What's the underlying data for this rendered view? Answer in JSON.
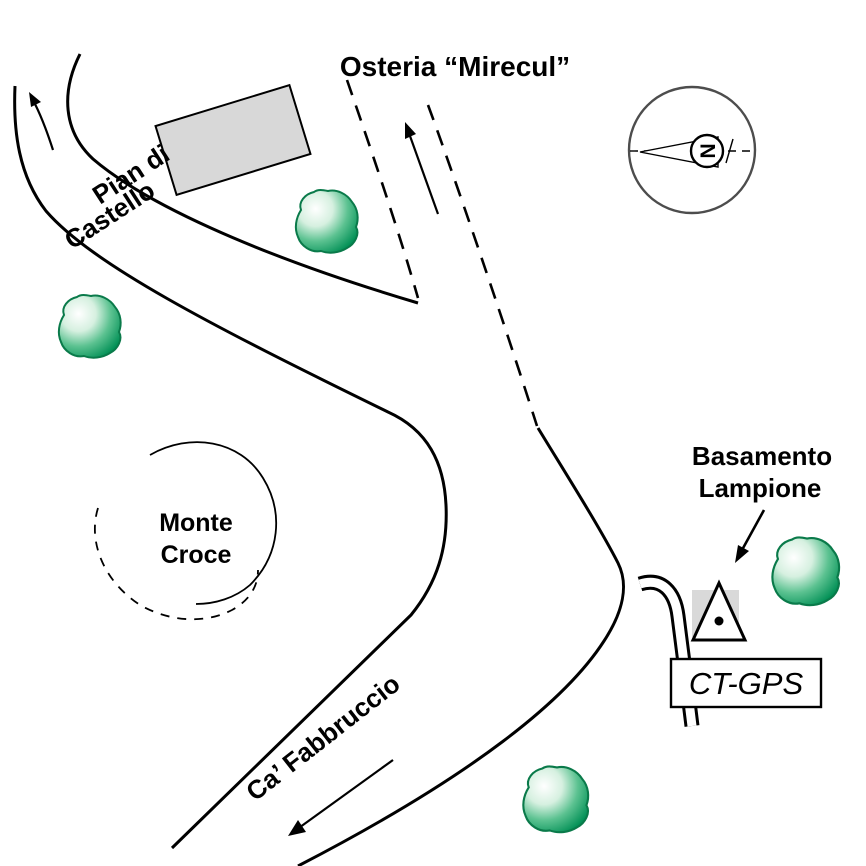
{
  "map": {
    "labels": {
      "osteria": "Osteria “Mirecul”",
      "pian_di": "Pian di",
      "castello": "Castello",
      "monte": "Monte",
      "croce": "Croce",
      "ca_fabbruccio": "Ca’ Fabbruccio",
      "basamento": "Basamento",
      "lampione": "Lampione",
      "ct_gps": "CT-GPS",
      "compass_north": "N"
    },
    "colors": {
      "ink": "#000000",
      "building_fill": "#d8d8d8",
      "marker_square_fill": "#d9d9d9",
      "tree_stroke": "#0a7a4a",
      "tree_light": "#ffffff",
      "tree_mid": "#5cc291",
      "tree_dark": "#008f55",
      "compass_ring": "#4d4d4d",
      "background": "#ffffff"
    }
  }
}
